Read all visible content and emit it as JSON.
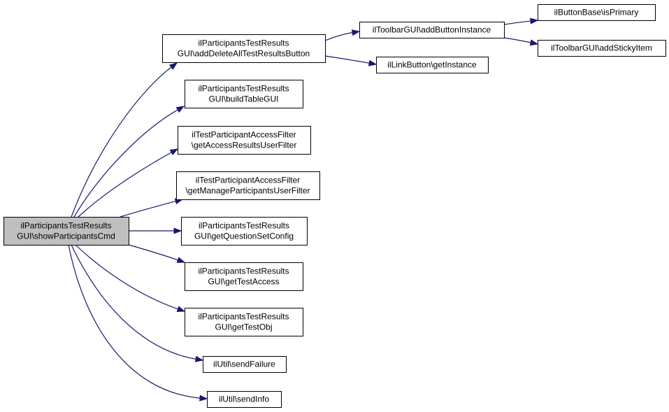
{
  "diagram": {
    "type": "call-graph",
    "edge_color": "#191970",
    "root_fill": "#bfbfbf",
    "nodes": [
      {
        "id": "showParticipantsCmd",
        "lines": [
          "ilParticipantsTestResults",
          "GUI\\showParticipantsCmd"
        ],
        "highlight": true
      },
      {
        "id": "addDeleteAllTestResultsButton",
        "lines": [
          "ilParticipantsTestResults",
          "GUI\\addDeleteAllTestResultsButton"
        ]
      },
      {
        "id": "buildTableGUI",
        "lines": [
          "ilParticipantsTestResults",
          "GUI\\buildTableGUI"
        ]
      },
      {
        "id": "getAccessResultsUserFilter",
        "lines": [
          "ilTestParticipantAccessFilter",
          "\\getAccessResultsUserFilter"
        ]
      },
      {
        "id": "getManageParticipantsUserFilter",
        "lines": [
          "ilTestParticipantAccessFilter",
          "\\getManageParticipantsUserFilter"
        ]
      },
      {
        "id": "getQuestionSetConfig",
        "lines": [
          "ilParticipantsTestResults",
          "GUI\\getQuestionSetConfig"
        ]
      },
      {
        "id": "getTestAccess",
        "lines": [
          "ilParticipantsTestResults",
          "GUI\\getTestAccess"
        ]
      },
      {
        "id": "getTestObj",
        "lines": [
          "ilParticipantsTestResults",
          "GUI\\getTestObj"
        ]
      },
      {
        "id": "sendFailure",
        "lines": [
          "ilUtil\\sendFailure"
        ]
      },
      {
        "id": "sendInfo",
        "lines": [
          "ilUtil\\sendInfo"
        ]
      },
      {
        "id": "addButtonInstance",
        "lines": [
          "ilToolbarGUI\\addButtonInstance"
        ]
      },
      {
        "id": "getInstance",
        "lines": [
          "ilLinkButton\\getInstance"
        ]
      },
      {
        "id": "isPrimary",
        "lines": [
          "ilButtonBase\\isPrimary"
        ]
      },
      {
        "id": "addStickyItem",
        "lines": [
          "ilToolbarGUI\\addStickyItem"
        ]
      }
    ],
    "edges": [
      {
        "from": "showParticipantsCmd",
        "to": "addDeleteAllTestResultsButton"
      },
      {
        "from": "showParticipantsCmd",
        "to": "buildTableGUI"
      },
      {
        "from": "showParticipantsCmd",
        "to": "getAccessResultsUserFilter"
      },
      {
        "from": "showParticipantsCmd",
        "to": "getManageParticipantsUserFilter"
      },
      {
        "from": "showParticipantsCmd",
        "to": "getQuestionSetConfig"
      },
      {
        "from": "showParticipantsCmd",
        "to": "getTestAccess"
      },
      {
        "from": "showParticipantsCmd",
        "to": "getTestObj"
      },
      {
        "from": "showParticipantsCmd",
        "to": "sendFailure"
      },
      {
        "from": "showParticipantsCmd",
        "to": "sendInfo"
      },
      {
        "from": "addDeleteAllTestResultsButton",
        "to": "addButtonInstance"
      },
      {
        "from": "addDeleteAllTestResultsButton",
        "to": "getInstance"
      },
      {
        "from": "addButtonInstance",
        "to": "isPrimary"
      },
      {
        "from": "addButtonInstance",
        "to": "addStickyItem"
      }
    ]
  }
}
